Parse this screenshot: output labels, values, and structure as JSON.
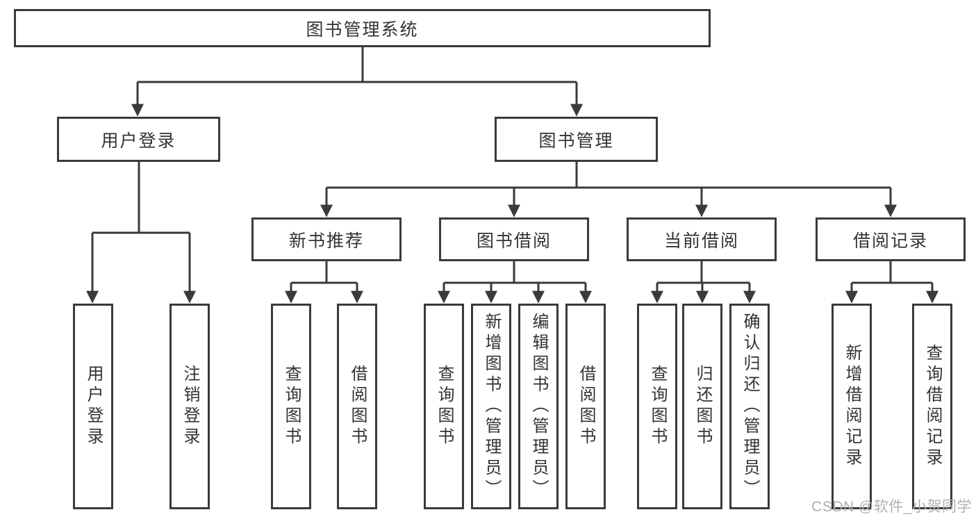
{
  "colors": {
    "line": "#3a3a3a",
    "text": "#333333",
    "watermark": "#b0b0b0",
    "background": "#ffffff"
  },
  "watermark": "CSDN @软件_小贺同学",
  "tree": {
    "root": "图书管理系统",
    "user_login": {
      "label": "用户登录",
      "children": {
        "login": "用户登录",
        "logout": "注销登录"
      }
    },
    "book_mgmt": {
      "label": "图书管理",
      "children": {
        "new_book": {
          "label": "新书推荐",
          "children": {
            "query": "查询图书",
            "borrow": "借阅图书"
          }
        },
        "book_borrow": {
          "label": "图书借阅",
          "children": {
            "query": "查询图书",
            "add": "新增图书（管理员）",
            "edit": "编辑图书（管理员）",
            "borrow": "借阅图书"
          }
        },
        "current_borrow": {
          "label": "当前借阅",
          "children": {
            "query": "查询图书",
            "return": "归还图书",
            "confirm": "确认归还（管理员）"
          }
        },
        "borrow_records": {
          "label": "借阅记录",
          "children": {
            "add": "新增借阅记录",
            "query": "查询借阅记录"
          }
        }
      }
    }
  }
}
